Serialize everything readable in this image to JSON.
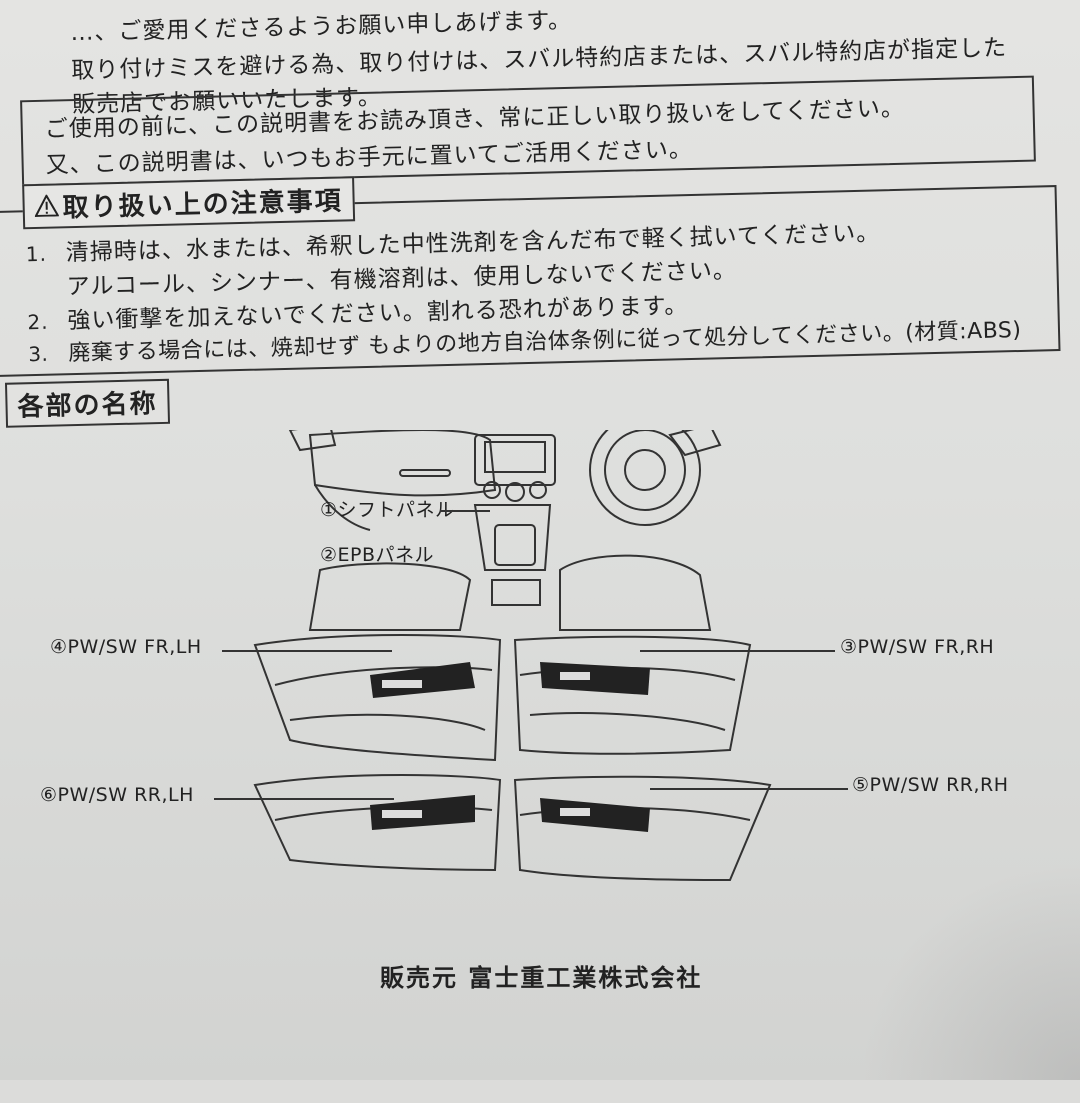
{
  "intro": {
    "line1": "…、ご愛用くださるようお願い申しあげます。",
    "line2": "取り付けミスを避ける為、取り付けは、スバル特約店または、スバル特約店が指定した",
    "line3": "販売店でお願いいたします。"
  },
  "notice_box": {
    "line1": "ご使用の前に、この説明書をお読み頂き、常に正しい取り扱いをしてください。",
    "line2": "又、この説明書は、いつもお手元に置いてご活用ください。"
  },
  "caution": {
    "icon": "warning-triangle-icon",
    "heading": "取り扱い上の注意事項",
    "items": [
      {
        "num": "1.",
        "text": "清掃時は、水または、希釈した中性洗剤を含んだ布で軽く拭いてください。",
        "cont": "アルコール、シンナー、有機溶剤は、使用しないでください。"
      },
      {
        "num": "2.",
        "text": "強い衝撃を加えないでください。割れる恐れがあります。",
        "cont": ""
      },
      {
        "num": "3.",
        "text": "廃棄する場合には、焼却せず もよりの地方自治体条例に従って処分してください。(材質:ABS)",
        "cont": ""
      }
    ]
  },
  "parts": {
    "heading": "各部の名称",
    "labels": {
      "p1": "①シフトパネル",
      "p2": "②EPBパネル",
      "p3": "③PW/SW FR,RH",
      "p4": "④PW/SW FR,LH",
      "p5": "⑤PW/SW RR,RH",
      "p6": "⑥PW/SW RR,LH"
    }
  },
  "footer": {
    "text": "販売元 富士重工業株式会社"
  }
}
